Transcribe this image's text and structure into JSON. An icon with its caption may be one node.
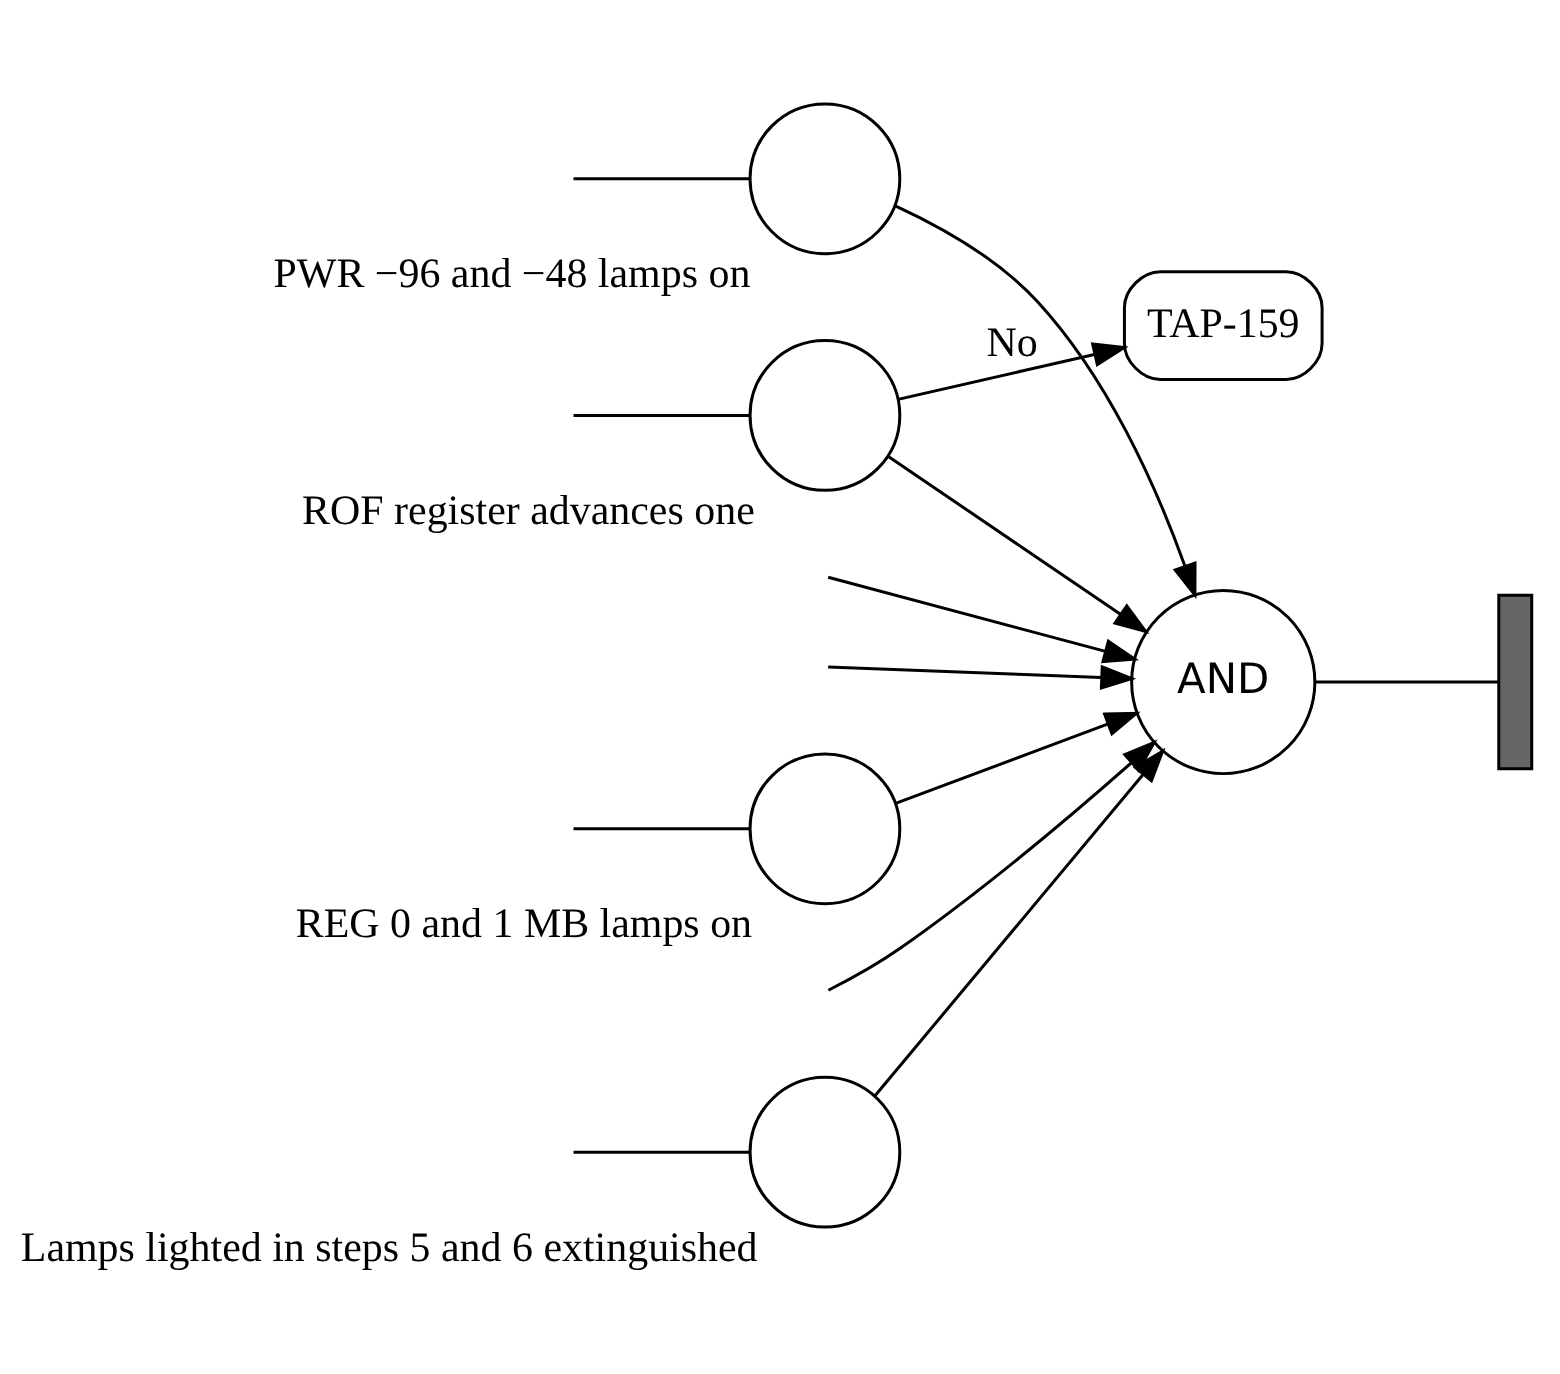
{
  "diagram": {
    "nodes": [
      {
        "text": [],
        "shape": "circle",
        "beside": [
          "PWR −96 and −48 lamps on"
        ]
      },
      {
        "text": [],
        "shape": "circle",
        "beside": [
          "REG 0 and 1 MB lamps on"
        ]
      },
      {
        "text": [],
        "shape": "circle",
        "beside": [
          "ROF register advances one"
        ]
      },
      {
        "text": [
          "TAP-159"
        ]
      },
      {
        "text": [
          "AND"
        ]
      },
      {
        "text": [],
        "shape": "bar"
      },
      {
        "text": [],
        "shape": "circle",
        "beside": [
          "Lamps lighted in steps 5 and 6 extinguished"
        ]
      }
    ],
    "edges": [
      {
        "from": null,
        "to": 4,
        "arrow": "to"
      },
      {
        "from": null,
        "to": 4,
        "arrow": "to"
      },
      {
        "from": null,
        "to": 0,
        "arrow": "none"
      },
      {
        "from": 0,
        "to": 4,
        "arrow": "to"
      },
      {
        "from": null,
        "to": 1,
        "arrow": "none"
      },
      {
        "from": 1,
        "to": 4,
        "arrow": "to"
      },
      {
        "from": null,
        "to": 2,
        "arrow": "none"
      },
      {
        "from": 2,
        "to": 4,
        "arrow": "to"
      },
      {
        "from": 2,
        "to": 3,
        "label": "No",
        "arrow": "to"
      },
      {
        "from": null,
        "to": 4,
        "arrow": "to"
      },
      {
        "from": null,
        "to": 6,
        "arrow": "none"
      },
      {
        "from": 6,
        "to": 4,
        "arrow": "to"
      },
      {
        "from": 4,
        "to": 5,
        "arrow": "none"
      }
    ]
  }
}
